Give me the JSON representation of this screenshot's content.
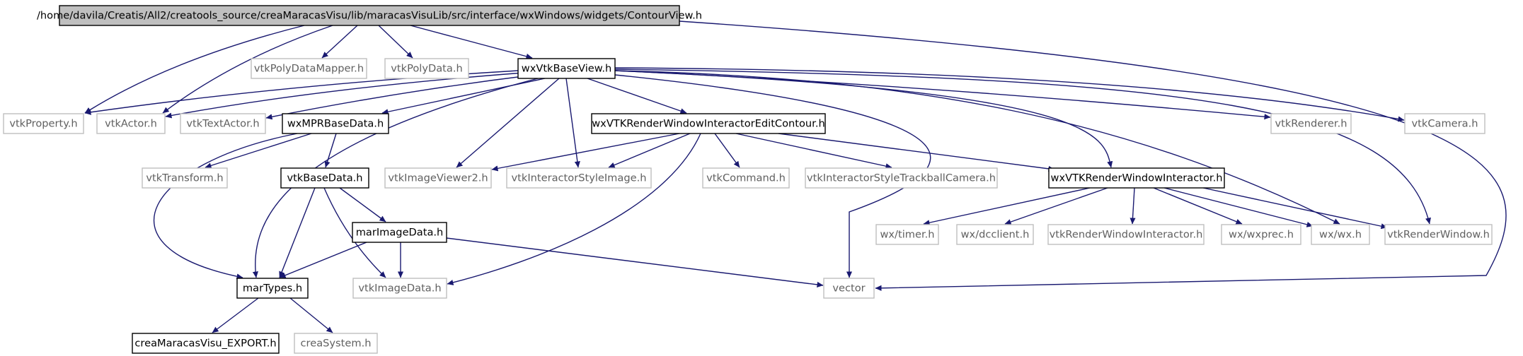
{
  "graph": {
    "colors": {
      "edge": "#191970",
      "root_fill": "#bfbfbf",
      "node_fill": "#ffffff",
      "main_border": "#000000",
      "ext_border": "#bfbfbf",
      "main_text": "#000000",
      "ext_text": "#606060"
    },
    "nodes": {
      "root": {
        "label": "/home/davila/Creatis/All2/creatools_source/creaMaracasVisu/lib/maracasVisuLib/src/interface/wxWindows/widgets/ContourView.h",
        "kind": "root"
      },
      "polyDataMapper": {
        "label": "vtkPolyDataMapper.h",
        "kind": "external"
      },
      "polyData": {
        "label": "vtkPolyData.h",
        "kind": "external"
      },
      "wxVtkBaseView": {
        "label": "wxVtkBaseView.h",
        "kind": "main"
      },
      "vtkProperty": {
        "label": "vtkProperty.h",
        "kind": "external"
      },
      "vtkActor": {
        "label": "vtkActor.h",
        "kind": "external"
      },
      "vtkTextActor": {
        "label": "vtkTextActor.h",
        "kind": "external"
      },
      "wxMPRBaseData": {
        "label": "wxMPRBaseData.h",
        "kind": "main"
      },
      "editContour": {
        "label": "wxVTKRenderWindowInteractorEditContour.h",
        "kind": "main"
      },
      "vtkRenderer": {
        "label": "vtkRenderer.h",
        "kind": "external"
      },
      "vtkCamera": {
        "label": "vtkCamera.h",
        "kind": "external"
      },
      "vtkTransform": {
        "label": "vtkTransform.h",
        "kind": "external"
      },
      "vtkBaseData": {
        "label": "vtkBaseData.h",
        "kind": "main"
      },
      "vtkImageViewer2": {
        "label": "vtkImageViewer2.h",
        "kind": "external"
      },
      "vtkInteractorStyleImage": {
        "label": "vtkInteractorStyleImage.h",
        "kind": "external"
      },
      "vtkCommand": {
        "label": "vtkCommand.h",
        "kind": "external"
      },
      "vtkTrackball": {
        "label": "vtkInteractorStyleTrackballCamera.h",
        "kind": "external"
      },
      "wxRWI": {
        "label": "wxVTKRenderWindowInteractor.h",
        "kind": "main"
      },
      "marImageData": {
        "label": "marImageData.h",
        "kind": "main"
      },
      "wxTimer": {
        "label": "wx/timer.h",
        "kind": "external"
      },
      "wxDcclient": {
        "label": "wx/dcclient.h",
        "kind": "external"
      },
      "vtkRWI": {
        "label": "vtkRenderWindowInteractor.h",
        "kind": "external"
      },
      "wxWxprec": {
        "label": "wx/wxprec.h",
        "kind": "external"
      },
      "wxWx": {
        "label": "wx/wx.h",
        "kind": "external"
      },
      "vtkRenderWindow": {
        "label": "vtkRenderWindow.h",
        "kind": "external"
      },
      "marTypes": {
        "label": "marTypes.h",
        "kind": "main"
      },
      "vtkImageData": {
        "label": "vtkImageData.h",
        "kind": "external"
      },
      "vector": {
        "label": "vector",
        "kind": "external"
      },
      "exportH": {
        "label": "creaMaracasVisu_EXPORT.h",
        "kind": "main"
      },
      "creaSystem": {
        "label": "creaSystem.h",
        "kind": "external"
      }
    },
    "edges": [
      [
        "root",
        "vtkProperty"
      ],
      [
        "root",
        "vtkActor"
      ],
      [
        "root",
        "polyDataMapper"
      ],
      [
        "root",
        "polyData"
      ],
      [
        "root",
        "wxVtkBaseView"
      ],
      [
        "root",
        "vector"
      ],
      [
        "wxVtkBaseView",
        "vtkProperty"
      ],
      [
        "wxVtkBaseView",
        "vtkActor"
      ],
      [
        "wxVtkBaseView",
        "vtkTextActor"
      ],
      [
        "wxVtkBaseView",
        "wxMPRBaseData"
      ],
      [
        "wxVtkBaseView",
        "editContour"
      ],
      [
        "wxVtkBaseView",
        "vtkRenderer"
      ],
      [
        "wxVtkBaseView",
        "vtkCamera"
      ],
      [
        "wxVtkBaseView",
        "marTypes"
      ],
      [
        "wxVtkBaseView",
        "vtkImageViewer2"
      ],
      [
        "wxVtkBaseView",
        "vtkInteractorStyleImage"
      ],
      [
        "wxVtkBaseView",
        "vector"
      ],
      [
        "wxVtkBaseView",
        "wxRWI"
      ],
      [
        "wxVtkBaseView",
        "wxWx"
      ],
      [
        "wxVtkBaseView",
        "vtkRenderWindow"
      ],
      [
        "wxMPRBaseData",
        "vtkTransform"
      ],
      [
        "wxMPRBaseData",
        "vtkBaseData"
      ],
      [
        "wxMPRBaseData",
        "marTypes"
      ],
      [
        "editContour",
        "vtkImageViewer2"
      ],
      [
        "editContour",
        "vtkInteractorStyleImage"
      ],
      [
        "editContour",
        "vtkCommand"
      ],
      [
        "editContour",
        "vtkTrackball"
      ],
      [
        "editContour",
        "wxRWI"
      ],
      [
        "editContour",
        "vtkImageData"
      ],
      [
        "vtkBaseData",
        "marImageData"
      ],
      [
        "vtkBaseData",
        "marTypes"
      ],
      [
        "vtkBaseData",
        "vtkImageData"
      ],
      [
        "marImageData",
        "marTypes"
      ],
      [
        "marImageData",
        "vtkImageData"
      ],
      [
        "marImageData",
        "vector"
      ],
      [
        "wxRWI",
        "wxTimer"
      ],
      [
        "wxRWI",
        "wxDcclient"
      ],
      [
        "wxRWI",
        "vtkRWI"
      ],
      [
        "wxRWI",
        "wxWxprec"
      ],
      [
        "wxRWI",
        "wxWx"
      ],
      [
        "wxRWI",
        "vtkRenderWindow"
      ],
      [
        "marTypes",
        "exportH"
      ],
      [
        "marTypes",
        "creaSystem"
      ]
    ]
  }
}
